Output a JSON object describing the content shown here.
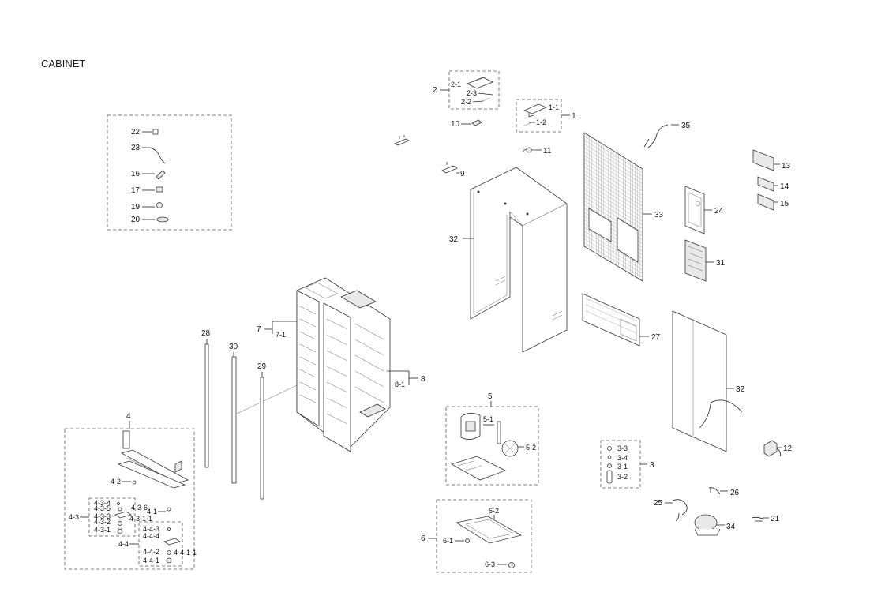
{
  "title": "CABINET",
  "labels": {
    "l1": "1",
    "l1_1": "1-1",
    "l1_2": "1-2",
    "l2": "2",
    "l2_1": "2-1",
    "l2_2": "2-2",
    "l2_3": "2-3",
    "l3": "3",
    "l3_1": "3-1",
    "l3_2": "3-2",
    "l3_3": "3-3",
    "l3_4": "3-4",
    "l4": "4",
    "l4_1": "4-1",
    "l4_2": "4-2",
    "l4_3": "4-3",
    "l4_4": "4-4",
    "l4_3_1": "4-3-1",
    "l4_3_2": "4-3-2",
    "l4_3_3": "4-3-3",
    "l4_3_4": "4-3-4",
    "l4_3_5": "4-3-5",
    "l4_3_6": "4-3-6",
    "l4_3_1_1": "4-3-1-1",
    "l4_4_1": "4-4-1",
    "l4_4_2": "4-4-2",
    "l4_4_3": "4-4-3",
    "l4_4_4": "4-4-4",
    "l4_4_1_1": "4-4-1-1",
    "l5": "5",
    "l5_1": "5-1",
    "l5_2": "5-2",
    "l6": "6",
    "l6_1": "6-1",
    "l6_2": "6-2",
    "l6_3": "6-3",
    "l7": "7",
    "l7_1": "7-1",
    "l8": "8",
    "l8_1": "8-1",
    "l9": "9",
    "l10": "10",
    "l11": "11",
    "l12": "12",
    "l13": "13",
    "l14": "14",
    "l15": "15",
    "l16": "16",
    "l17": "17",
    "l19": "19",
    "l20": "20",
    "l21": "21",
    "l22": "22",
    "l23": "23",
    "l24": "24",
    "l25": "25",
    "l26": "26",
    "l27": "27",
    "l28": "28",
    "l29": "29",
    "l30": "30",
    "l31": "31",
    "l32a": "32",
    "l32b": "32",
    "l33": "33",
    "l34": "34",
    "l35": "35"
  }
}
